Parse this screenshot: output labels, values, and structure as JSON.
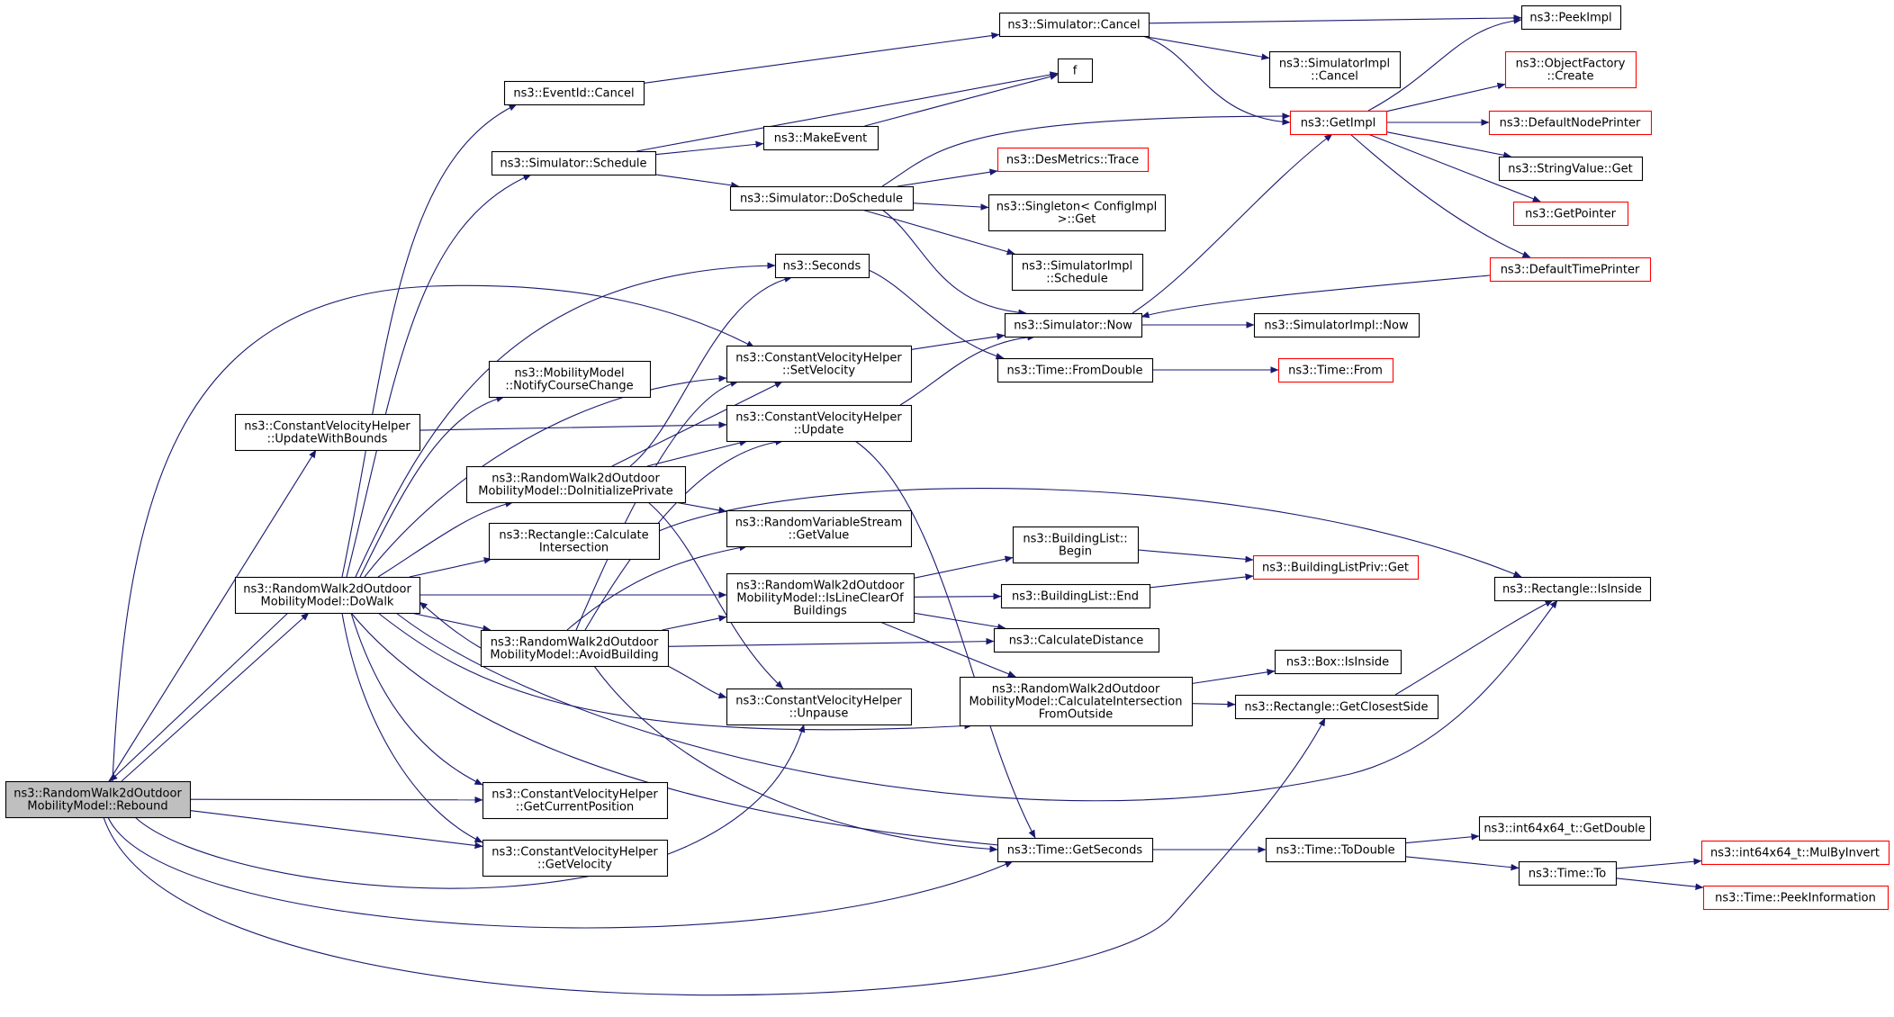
{
  "colors": {
    "edge": "#191970",
    "node_border": "#000000",
    "node_border_truncated": "#ff0000",
    "root_fill": "#bfbfbf",
    "node_fill": "#ffffff"
  },
  "nodes": [
    {
      "id": "rebound",
      "lines": [
        "ns3::RandomWalk2dOutdoor",
        "MobilityModel::Rebound"
      ],
      "style": "root"
    },
    {
      "id": "updatewithbounds",
      "lines": [
        "ns3::ConstantVelocityHelper",
        "::UpdateWithBounds"
      ],
      "style": "normal"
    },
    {
      "id": "dowalk",
      "lines": [
        "ns3::RandomWalk2dOutdoor",
        "MobilityModel::DoWalk"
      ],
      "style": "normal"
    },
    {
      "id": "eventcancel",
      "lines": [
        "ns3::EventId::Cancel"
      ],
      "style": "normal"
    },
    {
      "id": "simschedule",
      "lines": [
        "ns3::Simulator::Schedule"
      ],
      "style": "normal"
    },
    {
      "id": "notifycourse",
      "lines": [
        "ns3::MobilityModel",
        "::NotifyCourseChange"
      ],
      "style": "normal"
    },
    {
      "id": "doinitpriv",
      "lines": [
        "ns3::RandomWalk2dOutdoor",
        "MobilityModel::DoInitializePrivate"
      ],
      "style": "normal"
    },
    {
      "id": "rectcalcint",
      "lines": [
        "ns3::Rectangle::Calculate",
        "Intersection"
      ],
      "style": "normal"
    },
    {
      "id": "avoidbuilding",
      "lines": [
        "ns3::RandomWalk2dOutdoor",
        "MobilityModel::AvoidBuilding"
      ],
      "style": "normal"
    },
    {
      "id": "getcurpos",
      "lines": [
        "ns3::ConstantVelocityHelper",
        "::GetCurrentPosition"
      ],
      "style": "normal"
    },
    {
      "id": "getvelocity",
      "lines": [
        "ns3::ConstantVelocityHelper",
        "::GetVelocity"
      ],
      "style": "normal"
    },
    {
      "id": "simcancel",
      "lines": [
        "ns3::Simulator::Cancel"
      ],
      "style": "normal"
    },
    {
      "id": "makeevent",
      "lines": [
        "ns3::MakeEvent"
      ],
      "style": "normal"
    },
    {
      "id": "f",
      "lines": [
        "f"
      ],
      "style": "normal"
    },
    {
      "id": "simdoschedule",
      "lines": [
        "ns3::Simulator::DoSchedule"
      ],
      "style": "normal"
    },
    {
      "id": "seconds",
      "lines": [
        "ns3::Seconds"
      ],
      "style": "normal"
    },
    {
      "id": "setvelocity",
      "lines": [
        "ns3::ConstantVelocityHelper",
        "::SetVelocity"
      ],
      "style": "normal"
    },
    {
      "id": "cvupdate",
      "lines": [
        "ns3::ConstantVelocityHelper",
        "::Update"
      ],
      "style": "normal"
    },
    {
      "id": "rvsgetvalue",
      "lines": [
        "ns3::RandomVariableStream",
        "::GetValue"
      ],
      "style": "normal"
    },
    {
      "id": "islineclear",
      "lines": [
        "ns3::RandomWalk2dOutdoor",
        "MobilityModel::IsLineClearOf",
        "Buildings"
      ],
      "style": "normal"
    },
    {
      "id": "unpause",
      "lines": [
        "ns3::ConstantVelocityHelper",
        "::Unpause"
      ],
      "style": "normal"
    },
    {
      "id": "getseconds",
      "lines": [
        "ns3::Time::GetSeconds"
      ],
      "style": "normal"
    },
    {
      "id": "simimplcancel",
      "lines": [
        "ns3::SimulatorImpl",
        "::Cancel"
      ],
      "style": "normal"
    },
    {
      "id": "desmetrics",
      "lines": [
        "ns3::DesMetrics::Trace"
      ],
      "style": "truncated"
    },
    {
      "id": "singleton",
      "lines": [
        "ns3::Singleton< ConfigImpl",
        " >::Get"
      ],
      "style": "normal"
    },
    {
      "id": "simimplschedule",
      "lines": [
        "ns3::SimulatorImpl",
        "::Schedule"
      ],
      "style": "normal"
    },
    {
      "id": "simnow",
      "lines": [
        "ns3::Simulator::Now"
      ],
      "style": "normal"
    },
    {
      "id": "fromdouble",
      "lines": [
        "ns3::Time::FromDouble"
      ],
      "style": "normal"
    },
    {
      "id": "blbegin",
      "lines": [
        "ns3::BuildingList::",
        "Begin"
      ],
      "style": "normal"
    },
    {
      "id": "blend",
      "lines": [
        "ns3::BuildingList::End"
      ],
      "style": "normal"
    },
    {
      "id": "calcdistance",
      "lines": [
        "ns3::CalculateDistance"
      ],
      "style": "normal"
    },
    {
      "id": "calcintoutside",
      "lines": [
        "ns3::RandomWalk2dOutdoor",
        "MobilityModel::CalculateIntersection",
        "FromOutside"
      ],
      "style": "normal"
    },
    {
      "id": "todouble",
      "lines": [
        "ns3::Time::ToDouble"
      ],
      "style": "normal"
    },
    {
      "id": "getimpl",
      "lines": [
        "ns3::GetImpl"
      ],
      "style": "truncated"
    },
    {
      "id": "simimplnow",
      "lines": [
        "ns3::SimulatorImpl::Now"
      ],
      "style": "normal"
    },
    {
      "id": "timefrom",
      "lines": [
        "ns3::Time::From"
      ],
      "style": "truncated"
    },
    {
      "id": "blprivget",
      "lines": [
        "ns3::BuildingListPriv::Get"
      ],
      "style": "truncated"
    },
    {
      "id": "boxisinside",
      "lines": [
        "ns3::Box::IsInside"
      ],
      "style": "normal"
    },
    {
      "id": "getclosestside",
      "lines": [
        "ns3::Rectangle::GetClosestSide"
      ],
      "style": "normal"
    },
    {
      "id": "getdouble",
      "lines": [
        "ns3::int64x64_t::GetDouble"
      ],
      "style": "normal"
    },
    {
      "id": "timeto",
      "lines": [
        "ns3::Time::To"
      ],
      "style": "normal"
    },
    {
      "id": "peekimpl",
      "lines": [
        "ns3::PeekImpl"
      ],
      "style": "normal"
    },
    {
      "id": "objfactory",
      "lines": [
        "ns3::ObjectFactory",
        "::Create"
      ],
      "style": "truncated"
    },
    {
      "id": "defnodeprinter",
      "lines": [
        "ns3::DefaultNodePrinter"
      ],
      "style": "truncated"
    },
    {
      "id": "stringvalueget",
      "lines": [
        "ns3::StringValue::Get"
      ],
      "style": "normal"
    },
    {
      "id": "getpointer",
      "lines": [
        "ns3::GetPointer"
      ],
      "style": "truncated"
    },
    {
      "id": "deftimeprinter",
      "lines": [
        "ns3::DefaultTimePrinter"
      ],
      "style": "truncated"
    },
    {
      "id": "rectisinside",
      "lines": [
        "ns3::Rectangle::IsInside"
      ],
      "style": "normal"
    },
    {
      "id": "mulbyinvert",
      "lines": [
        "ns3::int64x64_t::MulByInvert"
      ],
      "style": "truncated"
    },
    {
      "id": "peekinfo",
      "lines": [
        "ns3::Time::PeekInformation"
      ],
      "style": "truncated"
    }
  ],
  "edges": [
    {
      "from": "rebound",
      "to": "updatewithbounds"
    },
    {
      "from": "rebound",
      "to": "dowalk"
    },
    {
      "from": "rebound",
      "to": "setvelocity"
    },
    {
      "from": "rebound",
      "to": "getcurpos"
    },
    {
      "from": "rebound",
      "to": "getvelocity"
    },
    {
      "from": "rebound",
      "to": "unpause"
    },
    {
      "from": "rebound",
      "to": "getseconds"
    },
    {
      "from": "rebound",
      "to": "getclosestside"
    },
    {
      "from": "updatewithbounds",
      "to": "cvupdate"
    },
    {
      "from": "dowalk",
      "to": "eventcancel"
    },
    {
      "from": "dowalk",
      "to": "simschedule"
    },
    {
      "from": "dowalk",
      "to": "seconds"
    },
    {
      "from": "dowalk",
      "to": "notifycourse"
    },
    {
      "from": "dowalk",
      "to": "doinitpriv"
    },
    {
      "from": "dowalk",
      "to": "rectcalcint"
    },
    {
      "from": "dowalk",
      "to": "avoidbuilding"
    },
    {
      "from": "dowalk",
      "to": "islineclear"
    },
    {
      "from": "dowalk",
      "to": "getcurpos"
    },
    {
      "from": "dowalk",
      "to": "getvelocity"
    },
    {
      "from": "dowalk",
      "to": "setvelocity"
    },
    {
      "from": "dowalk",
      "to": "getseconds"
    },
    {
      "from": "dowalk",
      "to": "rebound"
    },
    {
      "from": "dowalk",
      "to": "calcintoutside"
    },
    {
      "from": "dowalk",
      "to": "rectisinside"
    },
    {
      "from": "eventcancel",
      "to": "simcancel"
    },
    {
      "from": "simschedule",
      "to": "makeevent"
    },
    {
      "from": "simschedule",
      "to": "f"
    },
    {
      "from": "simschedule",
      "to": "simdoschedule"
    },
    {
      "from": "makeevent",
      "to": "f"
    },
    {
      "from": "simcancel",
      "to": "simimplcancel"
    },
    {
      "from": "simcancel",
      "to": "peekimpl"
    },
    {
      "from": "simcancel",
      "to": "getimpl"
    },
    {
      "from": "simdoschedule",
      "to": "getimpl"
    },
    {
      "from": "simdoschedule",
      "to": "desmetrics"
    },
    {
      "from": "simdoschedule",
      "to": "singleton"
    },
    {
      "from": "simdoschedule",
      "to": "simimplschedule"
    },
    {
      "from": "simdoschedule",
      "to": "simnow"
    },
    {
      "from": "seconds",
      "to": "fromdouble"
    },
    {
      "from": "doinitpriv",
      "to": "setvelocity"
    },
    {
      "from": "doinitpriv",
      "to": "seconds"
    },
    {
      "from": "doinitpriv",
      "to": "cvupdate"
    },
    {
      "from": "doinitpriv",
      "to": "rvsgetvalue"
    },
    {
      "from": "doinitpriv",
      "to": "unpause"
    },
    {
      "from": "setvelocity",
      "to": "simnow"
    },
    {
      "from": "cvupdate",
      "to": "simnow"
    },
    {
      "from": "cvupdate",
      "to": "getseconds"
    },
    {
      "from": "rectcalcint",
      "to": "rectisinside"
    },
    {
      "from": "avoidbuilding",
      "to": "dowalk"
    },
    {
      "from": "avoidbuilding",
      "to": "setvelocity"
    },
    {
      "from": "avoidbuilding",
      "to": "cvupdate"
    },
    {
      "from": "avoidbuilding",
      "to": "rvsgetvalue"
    },
    {
      "from": "avoidbuilding",
      "to": "islineclear"
    },
    {
      "from": "avoidbuilding",
      "to": "calcdistance"
    },
    {
      "from": "avoidbuilding",
      "to": "unpause"
    },
    {
      "from": "avoidbuilding",
      "to": "getseconds"
    },
    {
      "from": "islineclear",
      "to": "blbegin"
    },
    {
      "from": "islineclear",
      "to": "blend"
    },
    {
      "from": "islineclear",
      "to": "calcdistance"
    },
    {
      "from": "islineclear",
      "to": "calcintoutside"
    },
    {
      "from": "blbegin",
      "to": "blprivget"
    },
    {
      "from": "blend",
      "to": "blprivget"
    },
    {
      "from": "calcintoutside",
      "to": "boxisinside"
    },
    {
      "from": "calcintoutside",
      "to": "getclosestside"
    },
    {
      "from": "getclosestside",
      "to": "rectisinside"
    },
    {
      "from": "simnow",
      "to": "getimpl"
    },
    {
      "from": "simnow",
      "to": "simimplnow"
    },
    {
      "from": "fromdouble",
      "to": "timefrom"
    },
    {
      "from": "getimpl",
      "to": "peekimpl"
    },
    {
      "from": "getimpl",
      "to": "objfactory"
    },
    {
      "from": "getimpl",
      "to": "defnodeprinter"
    },
    {
      "from": "getimpl",
      "to": "stringvalueget"
    },
    {
      "from": "getimpl",
      "to": "getpointer"
    },
    {
      "from": "getimpl",
      "to": "deftimeprinter"
    },
    {
      "from": "deftimeprinter",
      "to": "simnow"
    },
    {
      "from": "getseconds",
      "to": "todouble"
    },
    {
      "from": "todouble",
      "to": "getdouble"
    },
    {
      "from": "todouble",
      "to": "timeto"
    },
    {
      "from": "timeto",
      "to": "mulbyinvert"
    },
    {
      "from": "timeto",
      "to": "peekinfo"
    }
  ]
}
